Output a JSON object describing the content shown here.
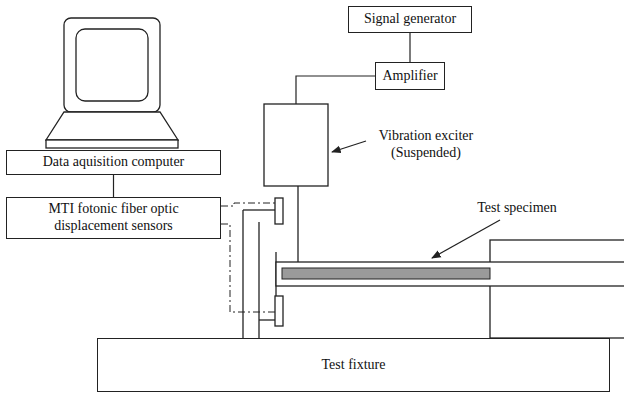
{
  "diagram": {
    "nodes": [
      {
        "text": [
          "Signal generator"
        ]
      },
      {
        "text": [
          "Amplifier"
        ]
      },
      {
        "text": [
          "Data aquisition computer"
        ]
      },
      {
        "text": [
          "MTI fotonic fiber optic displacement sensors"
        ]
      },
      {
        "text": [
          "Test fixture"
        ]
      }
    ],
    "edges": [
      {
        "from": 0,
        "to": 1,
        "arrow": "none"
      },
      {
        "from": 2,
        "to": 3,
        "arrow": "none"
      }
    ],
    "labels": [
      "Vibration exciter (Suspended)",
      "Test specimen"
    ]
  }
}
